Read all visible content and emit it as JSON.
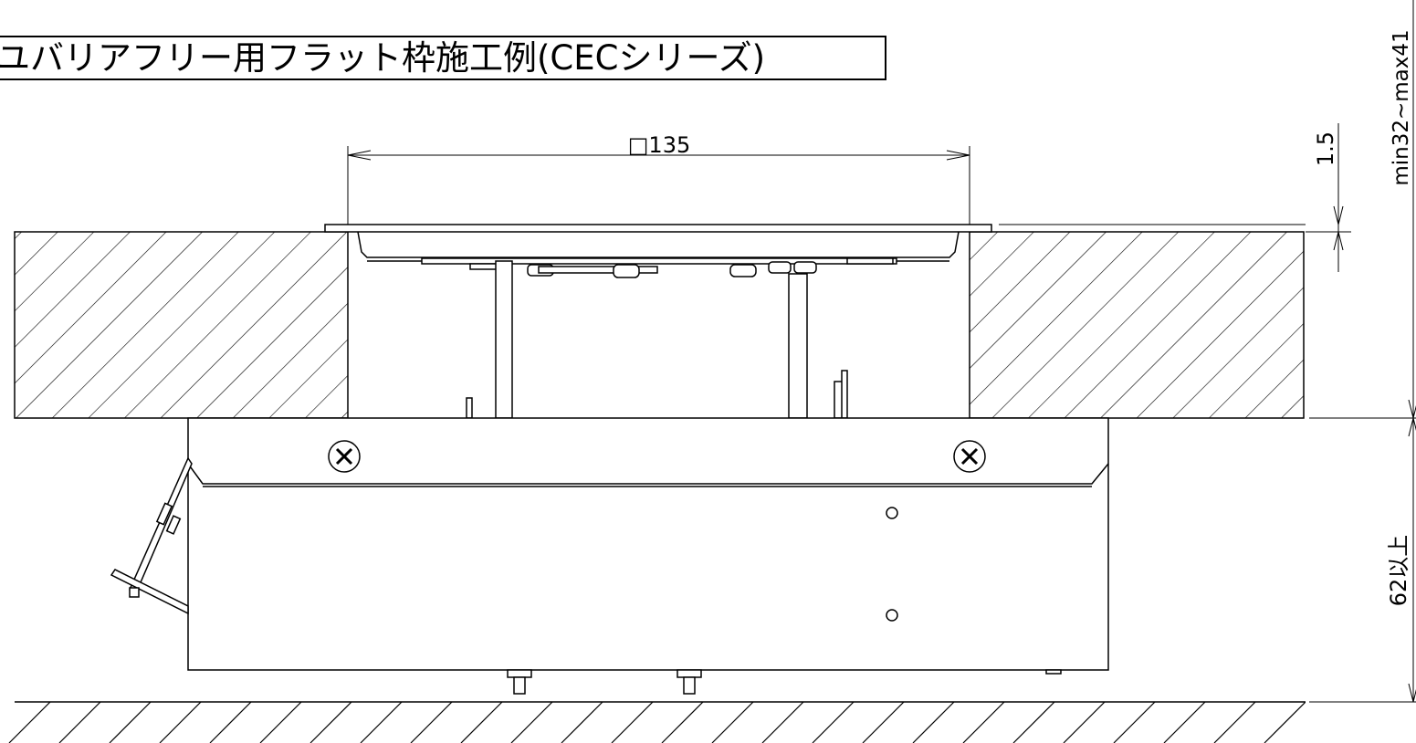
{
  "title": "ユバリアフリー用フラット枠施工例(CECシリーズ)",
  "dimensions": {
    "frame_width": "□135",
    "plate_thickness": "1.5",
    "floor_thickness": "min32~max41",
    "box_depth": "62以上"
  }
}
